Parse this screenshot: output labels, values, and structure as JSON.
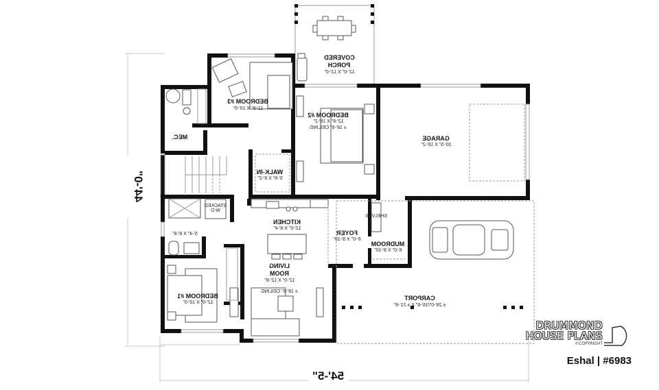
{
  "plan": {
    "mirrored": true,
    "overall_width": "54'-5\"",
    "overall_depth": "44'-0\"",
    "rooms": {
      "covered_porch": {
        "name1": "COVERED",
        "name2": "PORCH",
        "size": "12'-0\" X 12'-0\""
      },
      "bedroom3": {
        "name": "BEDROOM #3",
        "size": "11'-8\" X 10'-0\""
      },
      "mec": {
        "name": "MEC."
      },
      "bedroom2": {
        "name": "BEDROOM #2",
        "size": "12'-8\" X 16'-2\"",
        "ceiling": "± 18'-6\" CEILING"
      },
      "garage": {
        "name": "GARAGE",
        "size": "20'-5\" X 16'-2\""
      },
      "walkin": {
        "name": "WALK-IN",
        "size": "5'-8\" X 6'-2\""
      },
      "stacked_wd": {
        "line1": "STACKED",
        "line2": "W-D"
      },
      "bathroom": {
        "size": "5'-4\" X 8'-8\""
      },
      "kitchen": {
        "name": "KITCHEN",
        "size": "12'-0\" X 8'-4\""
      },
      "foyer": {
        "name": "FOYER",
        "size": "6'-0\" X 9'-10\""
      },
      "shelves": {
        "name": "SHELVES"
      },
      "mudroom": {
        "name": "MUDROOM",
        "size": "6'-0\" X 9'-10\""
      },
      "living": {
        "name1": "LIVING",
        "name2": "ROOM",
        "size": "12'-0\" X 12'-8\"",
        "ceiling": "± 18'-6\" CEILING"
      },
      "bedroom1": {
        "name": "BEDROOM #1",
        "size": "12'-0\" X 10'-0\""
      },
      "carport": {
        "name": "CARPORT",
        "size": "± 28'-0\"/16'-6\" X ± 21'-8\""
      }
    }
  },
  "branding": {
    "line1": "DRUMMOND",
    "line2": "HOUSE PLANS",
    "copyright": "©COPYRIGHT",
    "plan_label": "Eshal | #6983"
  },
  "colors": {
    "wall": "#111111",
    "line": "#9a9a9a",
    "background": "#ffffff"
  }
}
